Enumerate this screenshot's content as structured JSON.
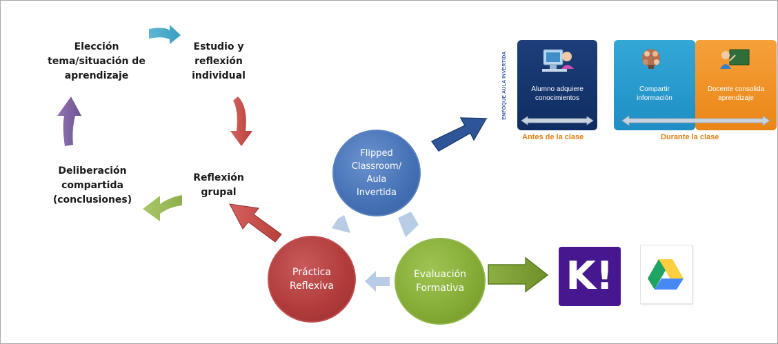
{
  "cycle": {
    "eleccion": [
      "Elección",
      "tema/situación de",
      "aprendizaje"
    ],
    "estudio": [
      "Estudio y",
      "reflexión",
      "individual"
    ],
    "reflexion_grupal": [
      "Reflexión",
      "grupal"
    ],
    "deliberacion": [
      "Deliberación",
      "compartida",
      "(conclusiones)"
    ]
  },
  "circles": {
    "flipped": [
      "Flipped",
      "Classroom/",
      "Aula",
      "Invertida"
    ],
    "practica": [
      "Práctica",
      "Reflexiva"
    ],
    "evaluacion": [
      "Evaluación",
      "Formativa"
    ]
  },
  "inverted_panel": {
    "vertical_label": "ENFOQUE AULA INVERTIDA",
    "alumno": [
      "Alumno adquiere",
      "conocimientos"
    ],
    "compartir": [
      "Compartir",
      "información"
    ],
    "docente": [
      "Docente consolida",
      "aprendizaje"
    ],
    "antes": "Antes de la clase",
    "durante": "Durante la clase"
  },
  "tools": {
    "kahoot_logo": "K!"
  },
  "colors": {
    "flipped_blue": "#4470b4",
    "practica_red": "#b03a3a",
    "evaluacion_green": "#84aa36",
    "arrow_teal": "#4bacc6",
    "arrow_red": "#c0504d",
    "arrow_green": "#9bbb59",
    "arrow_purple": "#8064a2",
    "kahoot_purple": "#46178f"
  }
}
